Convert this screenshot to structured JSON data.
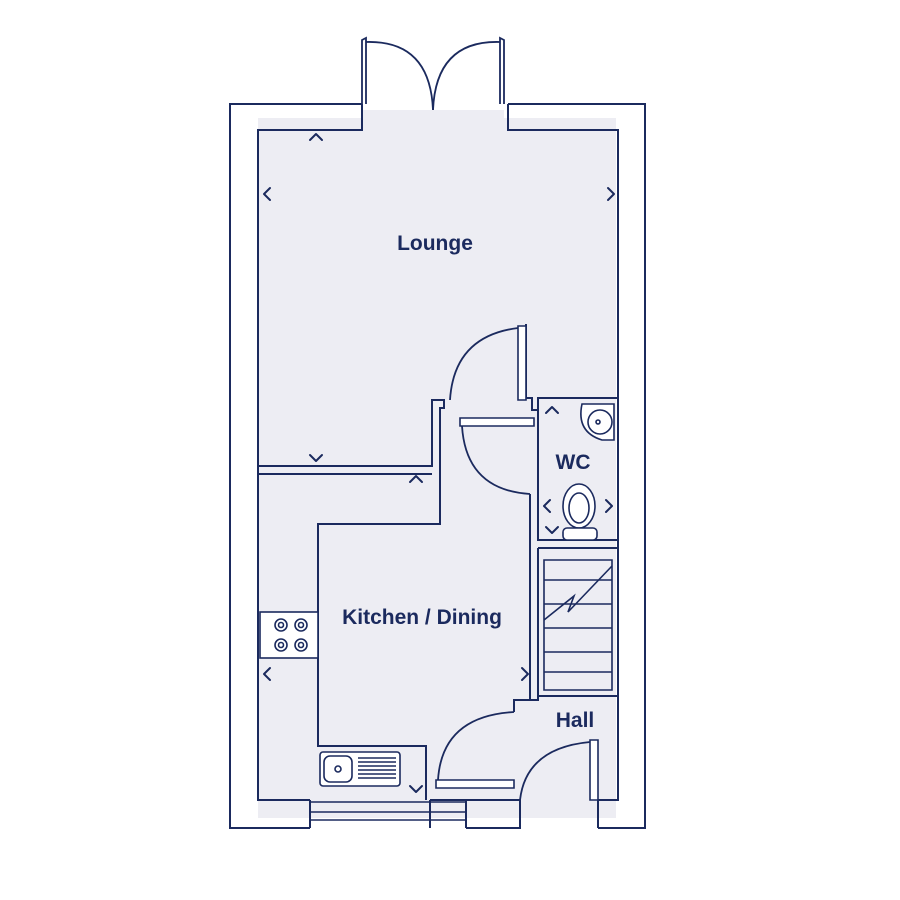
{
  "rooms": {
    "lounge": "Lounge",
    "wc": "WC",
    "kitchen": "Kitchen / Dining",
    "hall": "Hall"
  },
  "colors": {
    "line": "#1b2a5e",
    "floor": "#ededf3",
    "background": "#ffffff"
  },
  "icons": [
    "hob-icon",
    "sink-icon",
    "toilet-icon",
    "basin-icon",
    "stairs-icon",
    "dimension-marker-icon"
  ]
}
